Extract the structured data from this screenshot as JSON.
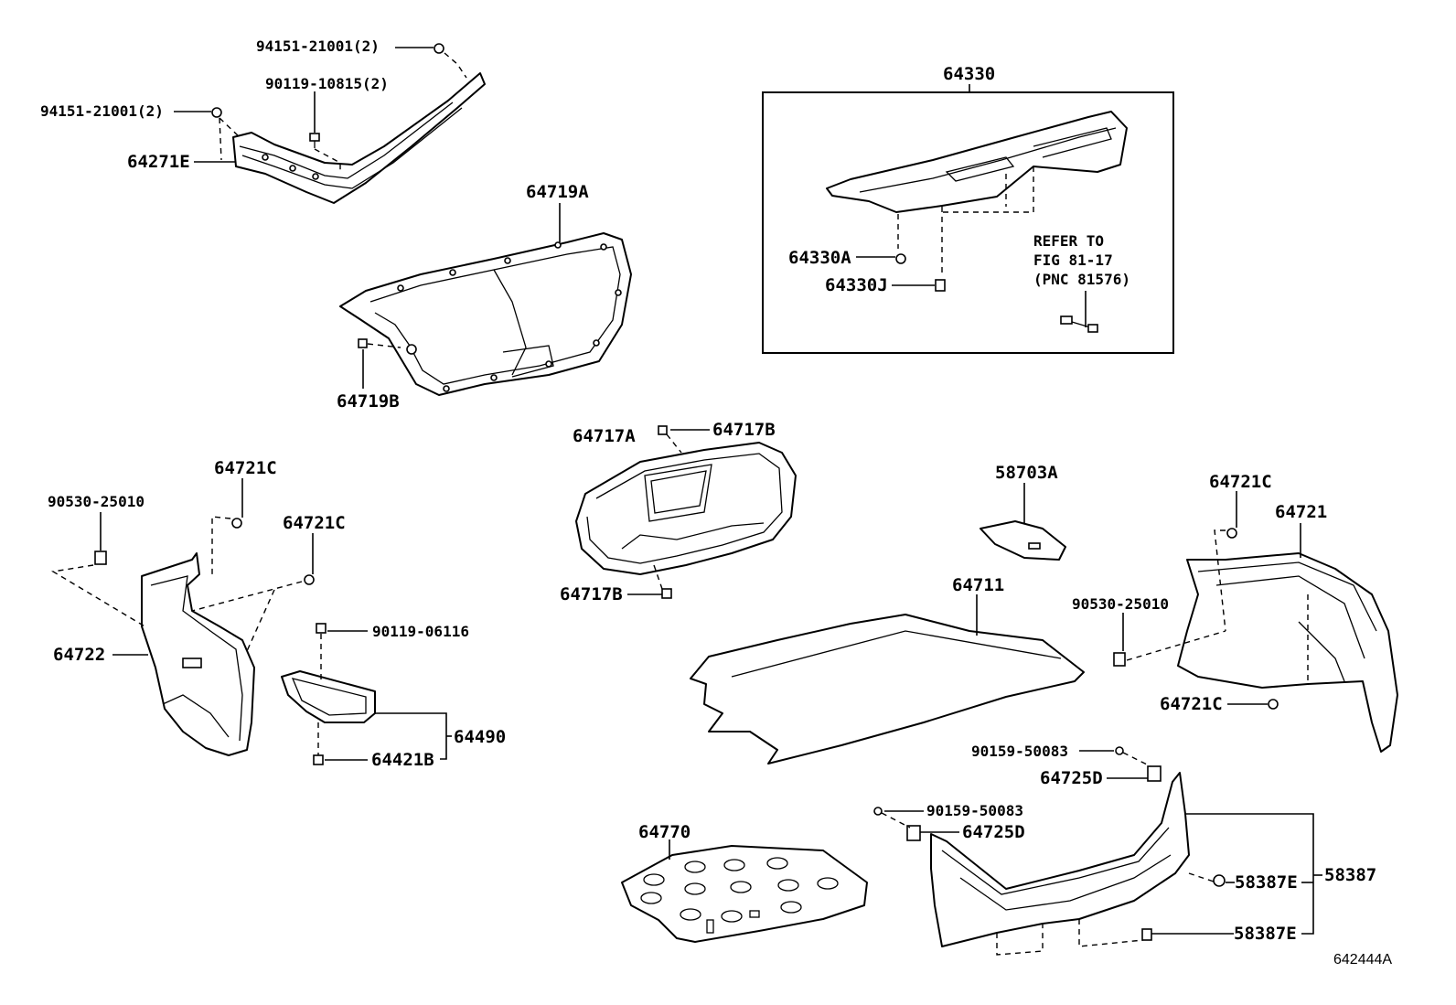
{
  "figure_id": "642444A",
  "labels": {
    "clip_a1": "94151-21001(2)",
    "screw_a": "90119-10815(2)",
    "clip_a2": "94151-21001(2)",
    "weatherstrip": "64271E",
    "lid_trim": "64719A",
    "lid_clip": "64719B",
    "tonneau_assy": "64330",
    "tonneau_clip_a": "64330A",
    "tonneau_clip_j": "64330J",
    "refer_1": "REFER TO",
    "refer_2": "FIG 81-17",
    "refer_3": "(PNC 81576)",
    "panel_trim": "64717A",
    "panel_clip_top": "64717B",
    "panel_clip_bot": "64717B",
    "cover_pad": "58703A",
    "left_clip_top": "64721C",
    "left_clip_mid": "64721C",
    "left_nut": "90530-25010",
    "left_trim": "64722",
    "box_screw": "90119-06116",
    "box_assy": "64490",
    "box_clip": "64421B",
    "mat": "64711",
    "right_clip_top": "64721C",
    "right_trim": "64721",
    "right_nut": "90530-25010",
    "right_clip_bot": "64721C",
    "screw_b1": "90159-50083",
    "hook_1": "64725D",
    "screw_b2": "90159-50083",
    "hook_2": "64725D",
    "spare_cover": "64770",
    "sill_clip_1": "58387E",
    "sill_clip_2": "58387E",
    "sill_plate": "58387"
  }
}
